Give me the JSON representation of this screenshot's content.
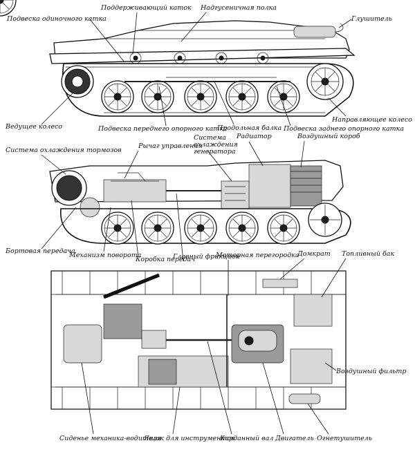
{
  "views": {
    "side_exterior": {
      "labels": {
        "single_wheel_suspension": "Подвеска одиночного катка",
        "return_roller": "Поддерживающий каток",
        "fender_shelf": "Надгусеничная полка",
        "muffler": "Глушитель",
        "drive_wheel": "Ведущее колесо",
        "front_road_wheel_suspension": "Подвеска переднего опорного катка",
        "longitudinal_beam": "Продольная балка",
        "rear_road_wheel_suspension": "Подвеска заднего опорного катка",
        "idler_wheel": "Направляющее колесо"
      }
    },
    "side_section": {
      "labels": {
        "brake_cooling": "Система охлаждения тормозов",
        "control_lever": "Рычаг управления",
        "generator_cooling": "Система охлаждения генератора",
        "radiator": "Радиатор",
        "air_box": "Воздушный короб",
        "final_drive": "Бортовая передача",
        "steering_mechanism": "Механизм поворота",
        "gearbox": "Коробка передач",
        "main_clutch": "Главный фрикцион",
        "engine_bulkhead": "Моторная перегородка"
      }
    },
    "top_view": {
      "labels": {
        "jack": "Домкрат",
        "fuel_tank": "Топливный бак",
        "air_filter": "Воздушный фильтр",
        "driver_seat": "Сиденье механика-водителя",
        "tool_box": "Ящик для инструментов",
        "cardan_shaft": "Карданный вал",
        "engine": "Двигатель",
        "fire_extinguisher": "Огнетушитель"
      }
    }
  }
}
